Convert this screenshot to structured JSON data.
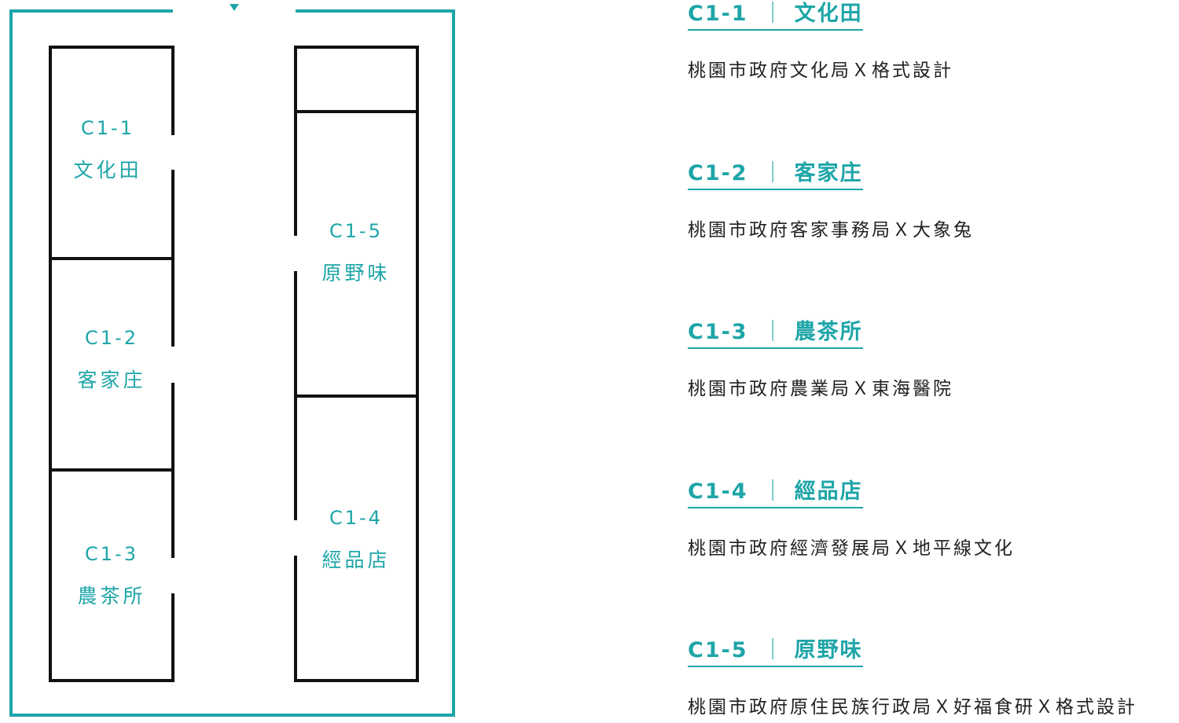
{
  "colors": {
    "accent": "#1ea5a8",
    "wall": "#111111",
    "text": "#222222"
  },
  "entrance": {
    "marker": "triangle-down-icon"
  },
  "booths": [
    {
      "id": "c1-1",
      "code": "C1-1",
      "name": "文化田"
    },
    {
      "id": "c1-2",
      "code": "C1-2",
      "name": "客家庄"
    },
    {
      "id": "c1-3",
      "code": "C1-3",
      "name": "農茶所"
    },
    {
      "id": "c1-5",
      "code": "C1-5",
      "name": "原野味"
    },
    {
      "id": "c1-4",
      "code": "C1-4",
      "name": "經品店"
    }
  ],
  "legend": [
    {
      "code": "C1-1",
      "separator": "｜",
      "name": "文化田",
      "desc": "桃園市政府文化局Ｘ格式設計"
    },
    {
      "code": "C1-2",
      "separator": "｜",
      "name": "客家庄",
      "desc": "桃園市政府客家事務局Ｘ大象兔"
    },
    {
      "code": "C1-3",
      "separator": "｜",
      "name": "農茶所",
      "desc": "桃園市政府農業局Ｘ東海醫院"
    },
    {
      "code": "C1-4",
      "separator": "｜",
      "name": "經品店",
      "desc": "桃園市政府經濟發展局Ｘ地平線文化"
    },
    {
      "code": "C1-5",
      "separator": "｜",
      "name": "原野味",
      "desc": "桃園市政府原住民族行政局Ｘ好福食研Ｘ格式設計"
    }
  ]
}
